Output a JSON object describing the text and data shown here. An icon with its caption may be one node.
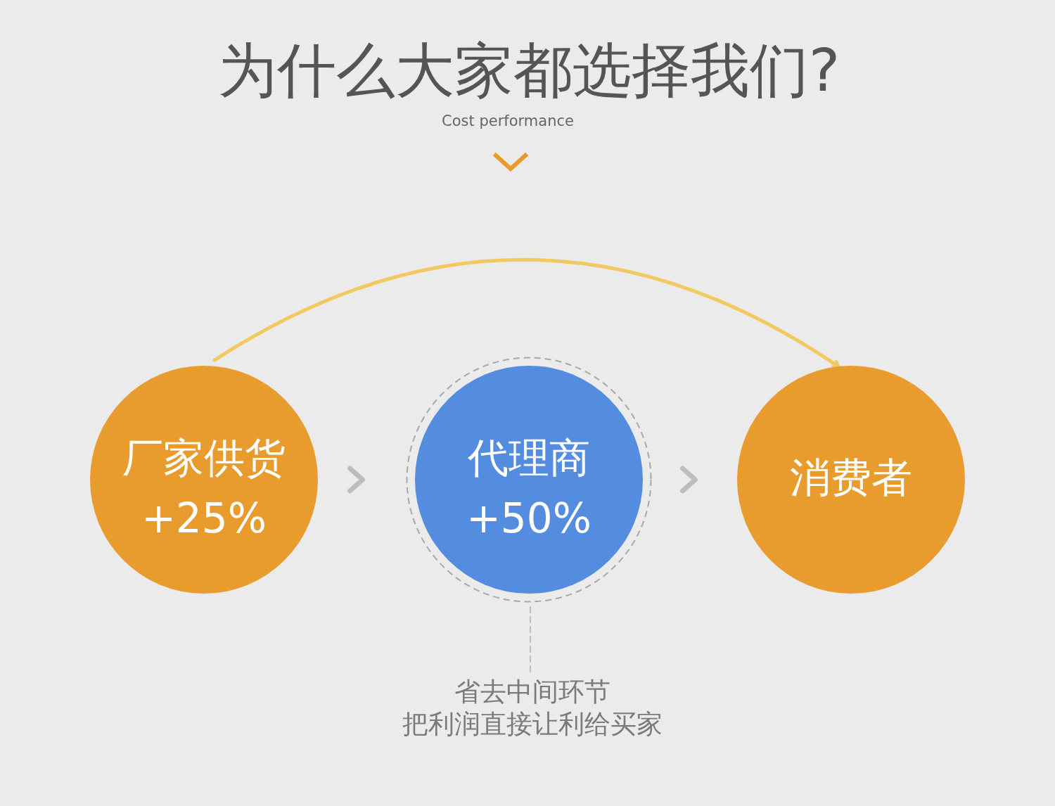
{
  "diagram": {
    "title": "为什么大家都选择我们?",
    "nodes": [
      {
        "text": [
          "厂家供货",
          "+25%"
        ]
      },
      {
        "text": [
          "代理商",
          "+50%"
        ]
      },
      {
        "text": [
          "消费者"
        ]
      },
      {
        "text": [
          "省去中间环节",
          "把利润直接让利给买家"
        ]
      }
    ],
    "edges": [
      {
        "from": 0,
        "to": 1,
        "arrow": "to"
      },
      {
        "from": 1,
        "to": 2,
        "arrow": "to"
      },
      {
        "from": 0,
        "to": 2,
        "arrow": "to",
        "color": "#f2c95e"
      },
      {
        "from": 3,
        "to": 1,
        "arrow": "none",
        "style": "dashed"
      }
    ],
    "labels": [
      "Cost performance"
    ]
  }
}
